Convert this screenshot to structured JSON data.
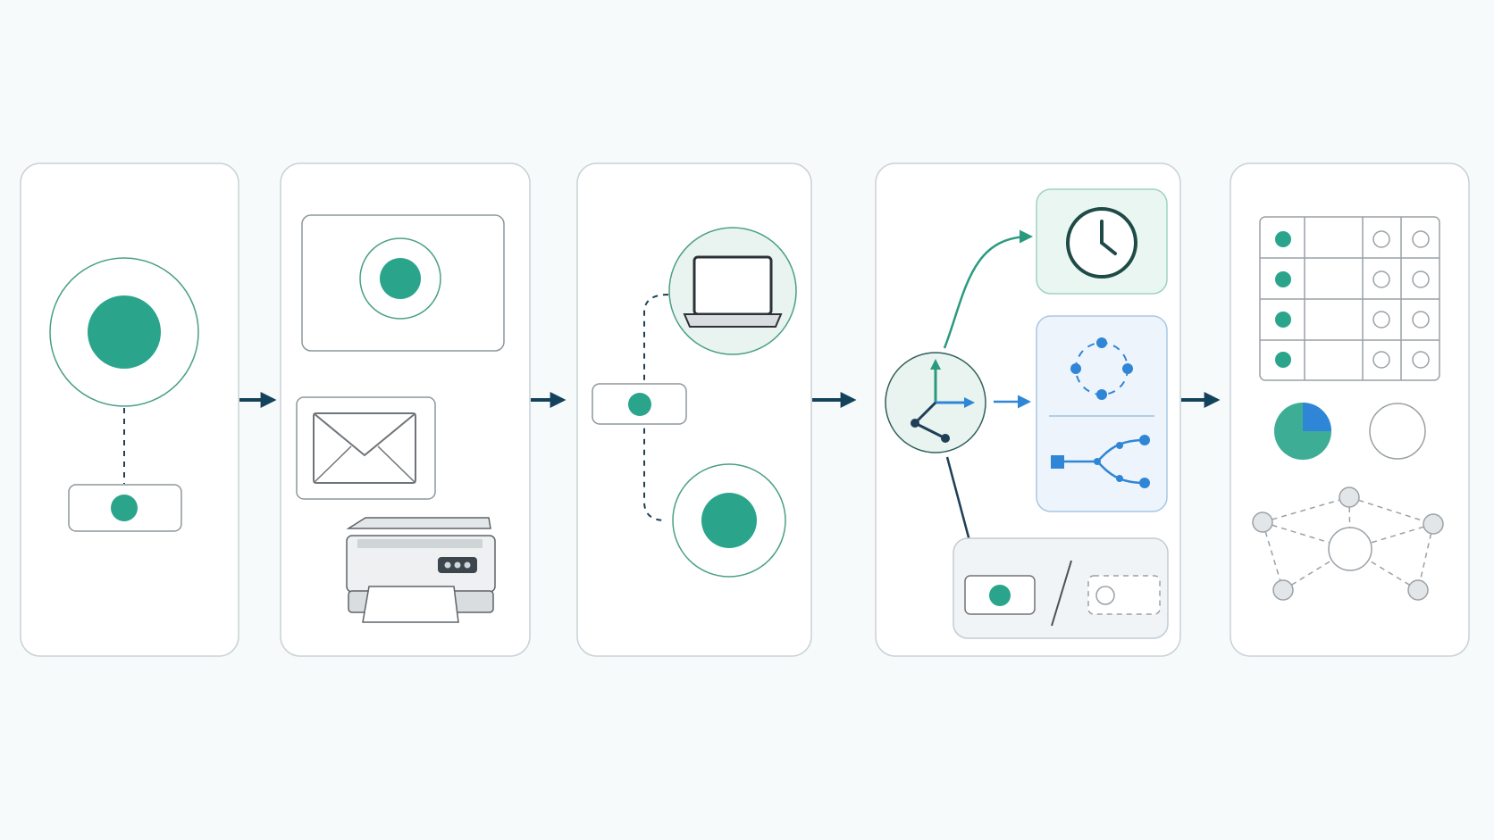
{
  "diagram": {
    "stages": [
      {
        "id": "stage-1"
      },
      {
        "id": "stage-2"
      },
      {
        "id": "stage-3"
      },
      {
        "id": "stage-4"
      },
      {
        "id": "stage-5"
      }
    ],
    "colors": {
      "background": "#f7fafa",
      "panel_fill": "#ffffff",
      "panel_border": "#c9d2d6",
      "accent_teal": "#2aa58c",
      "accent_teal_stroke": "#4a9f87",
      "accent_blue": "#2f86d6",
      "connector_arrow": "#14425c",
      "icon_gray": "#6e7479",
      "dashed_gray": "#9aa1a6"
    },
    "icons": [
      "target-circle-icon",
      "toggle-icon",
      "envelope-icon",
      "printer-icon",
      "laptop-icon",
      "axes-icon",
      "clock-icon",
      "cycle-icon",
      "branch-icon",
      "table-icon",
      "pie-icon",
      "network-icon"
    ]
  }
}
